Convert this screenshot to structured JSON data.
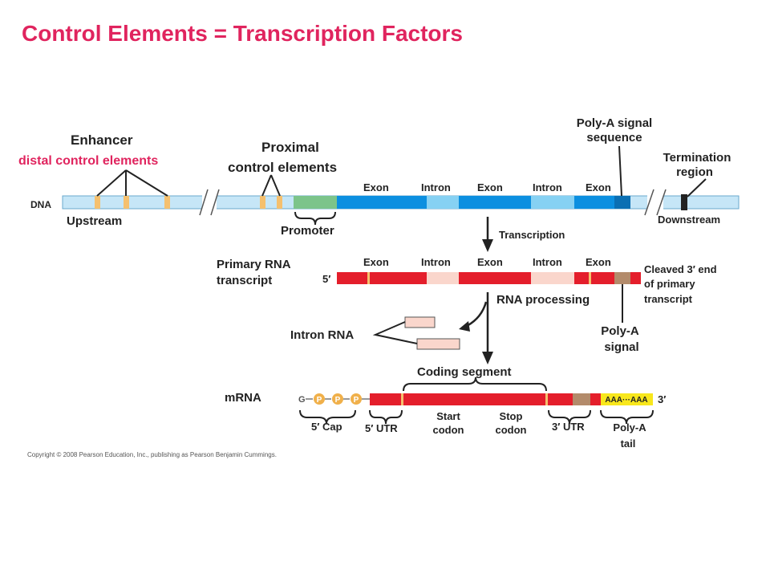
{
  "title": "Control Elements  =  Transcription Factors",
  "copyright": "Copyright © 2008 Pearson Education, Inc., publishing as Pearson Benjamin Cummings.",
  "dna": {
    "label": "DNA",
    "enhancer": "Enhancer",
    "distal": "distal control elements",
    "proximal_1": "Proximal",
    "proximal_2": "control elements",
    "upstream": "Upstream",
    "promoter": "Promoter",
    "downstream": "Downstream",
    "polya_signal_1": "Poly-A signal",
    "polya_signal_2": "sequence",
    "termination_1": "Termination",
    "termination_2": "region",
    "segments": [
      "Exon",
      "Intron",
      "Exon",
      "Intron",
      "Exon"
    ]
  },
  "transcription": "Transcription",
  "primary": {
    "label_1": "Primary RNA",
    "label_2": "transcript",
    "five_prime": "5′",
    "segments": [
      "Exon",
      "Intron",
      "Exon",
      "Intron",
      "Exon"
    ],
    "cleaved_1": "Cleaved 3′ end",
    "cleaved_2": "of primary",
    "cleaved_3": "transcript"
  },
  "processing": {
    "rna_processing": "RNA processing",
    "intron_rna": "Intron RNA",
    "polya_1": "Poly-A",
    "polya_2": "signal"
  },
  "mrna": {
    "label": "mRNA",
    "coding_segment": "Coding segment",
    "g": "G",
    "p": "P",
    "aaa": "AAA···AAA",
    "three_prime": "3′",
    "cap": "5′ Cap",
    "utr5": "5′ UTR",
    "start_1": "Start",
    "start_2": "codon",
    "stop_1": "Stop",
    "stop_2": "codon",
    "utr3": "3′ UTR",
    "tail_1": "Poly-A",
    "tail_2": "tail"
  },
  "colors": {
    "title": "#e0245e",
    "dna_light": "#c6e6f7",
    "exon_blue": "#0b8fe0",
    "intron_blue": "#86d1f3",
    "promoter": "#7cc48a",
    "control": "#f5c06e",
    "rna_red": "#e41e2b",
    "intron_pink": "#fad6cc",
    "polya_tan": "#b38b6b",
    "aaa_yellow": "#f8e71c"
  }
}
